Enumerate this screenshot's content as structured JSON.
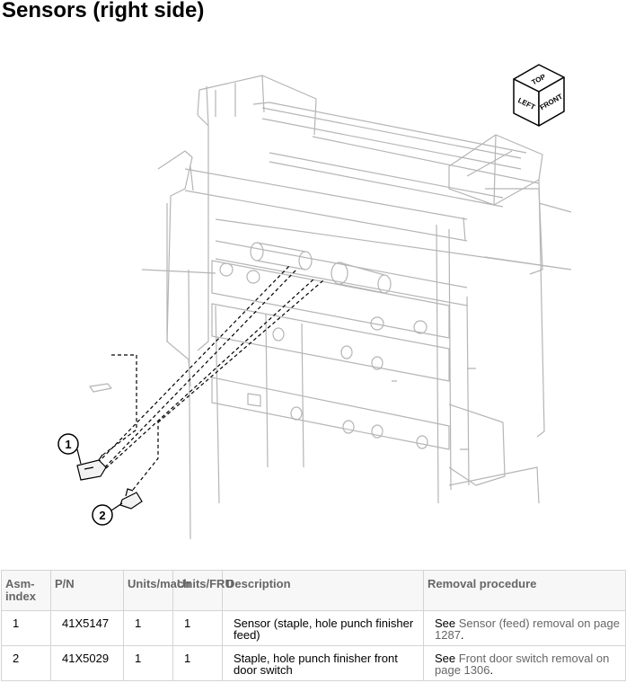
{
  "page": {
    "title": "Sensors (right side)"
  },
  "diagram": {
    "cube_labels": {
      "top": "TOP",
      "left": "LEFT",
      "front": "FRONT"
    },
    "callouts": [
      "1",
      "2"
    ]
  },
  "table": {
    "headers": {
      "asm": "Asm-index",
      "pn": "P/N",
      "units_mach": "Units/mach",
      "units_fru": "Units/FRU",
      "description": "Description",
      "removal": "Removal procedure"
    },
    "rows": [
      {
        "asm": "1",
        "pn": "41X5147",
        "units_mach": "1",
        "units_fru": "1",
        "description": "Sensor (staple, hole punch finisher feed)",
        "see": "See",
        "link": "Sensor (feed) removal on page 1287",
        "end": "."
      },
      {
        "asm": "2",
        "pn": "41X5029",
        "units_mach": "1",
        "units_fru": "1",
        "description": "Staple, hole punch finisher front door switch",
        "see": "See",
        "link": "Front door switch removal on page 1306",
        "end": "."
      }
    ]
  }
}
